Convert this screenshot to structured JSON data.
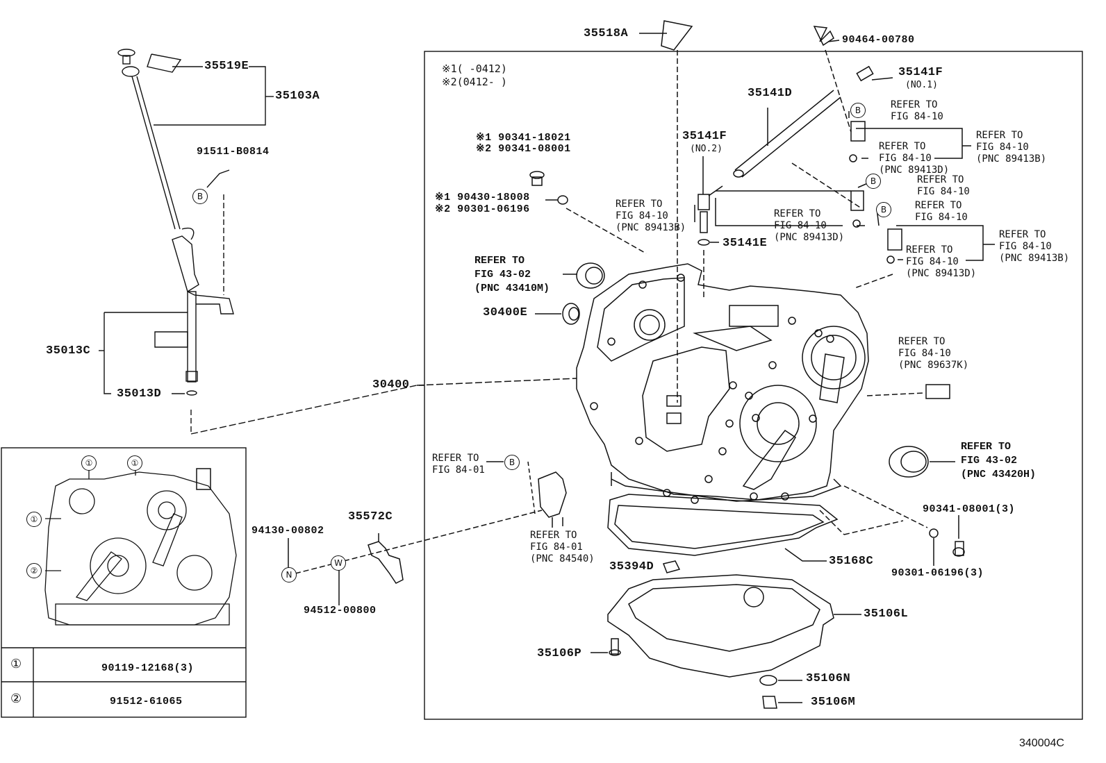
{
  "legend": {
    "note1": "※1(  -0412)",
    "note2": "※2(0412-  )"
  },
  "parts": {
    "p35519E": "35519E",
    "p35103A": "35103A",
    "p91511": "91511-B0814",
    "p35013C": "35013C",
    "p35013D": "35013D",
    "p30400": "30400",
    "p30400E": "30400E",
    "p35518A": "35518A",
    "p90464": "90464-00780",
    "p35141F_1": "35141F",
    "p35141F_1_sub": "(NO.1)",
    "p35141D": "35141D",
    "p35141F_2": "35141F",
    "p35141F_2_sub": "(NO.2)",
    "p35141E": "35141E",
    "bolt_1": "※1 90341-18021",
    "bolt_2": "※2 90341-08001",
    "gasket_1": "※1 90430-18008",
    "gasket_2": "※2 90301-06196",
    "p35572C": "35572C",
    "p94130": "94130-00802",
    "p94512": "94512-00800",
    "p35394D": "35394D",
    "p35168C": "35168C",
    "p35106L": "35106L",
    "p35106P": "35106P",
    "p35106N": "35106N",
    "p35106M": "35106M",
    "p90341_3": "90341-08001(3)",
    "p90301_3": "90301-06196(3)"
  },
  "refs": {
    "r_top_right_1": "REFER TO\nFIG 84-10",
    "r_top_right_2": "REFER TO\nFIG 84-10\n(PNC 89413B)",
    "r_top_right_3": "REFER TO\nFIG 84-10\n(PNC 89413D)",
    "r_mid_right_1": "REFER TO\nFIG 84-10",
    "r_mid_right_2": "REFER TO\nFIG 84-10",
    "r_mid_right_3": "REFER TO\nFIG 84-10\n(PNC 89413B)",
    "r_mid_right_4": "REFER TO\nFIG 84-10\n(PNC 89413D)",
    "r_center_1": "REFER TO\nFIG 84-10\n(PNC 89413B)",
    "r_center_2": "REFER TO\nFIG 84-10\n(PNC 89413D)",
    "r_4302_left": "REFER TO\nFIG 43-02\n(PNC 43410M)",
    "r_4302_right": "REFER TO\nFIG 43-02\n(PNC 43420H)",
    "r_89637K": "REFER TO\nFIG 84-10\n(PNC 89637K)",
    "r_8401_a": "REFER TO\nFIG 84-01",
    "r_8401_b": "REFER TO\nFIG 84-01\n(PNC 84540)"
  },
  "markers": {
    "B": "B",
    "N": "N",
    "W": "W"
  },
  "inset_table": {
    "rows": [
      {
        "key": "①",
        "part": "90119-12168(3)"
      },
      {
        "key": "②",
        "part": "91512-61065"
      }
    ],
    "callouts": [
      "①",
      "①",
      "①",
      "②"
    ]
  },
  "figure_code": "340004C"
}
